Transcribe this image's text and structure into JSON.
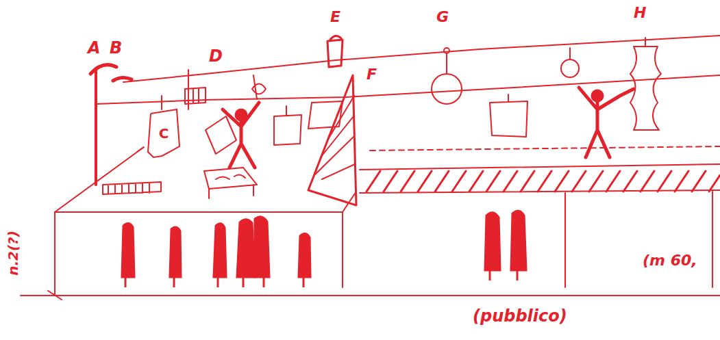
{
  "diagram": {
    "nodes": [
      {
        "text": [
          "C"
        ]
      }
    ],
    "labels": [
      "A",
      "B",
      "D",
      "E",
      "F",
      "G",
      "H",
      "(pubblico)",
      "(m 60,",
      "n.2(?)"
    ]
  }
}
